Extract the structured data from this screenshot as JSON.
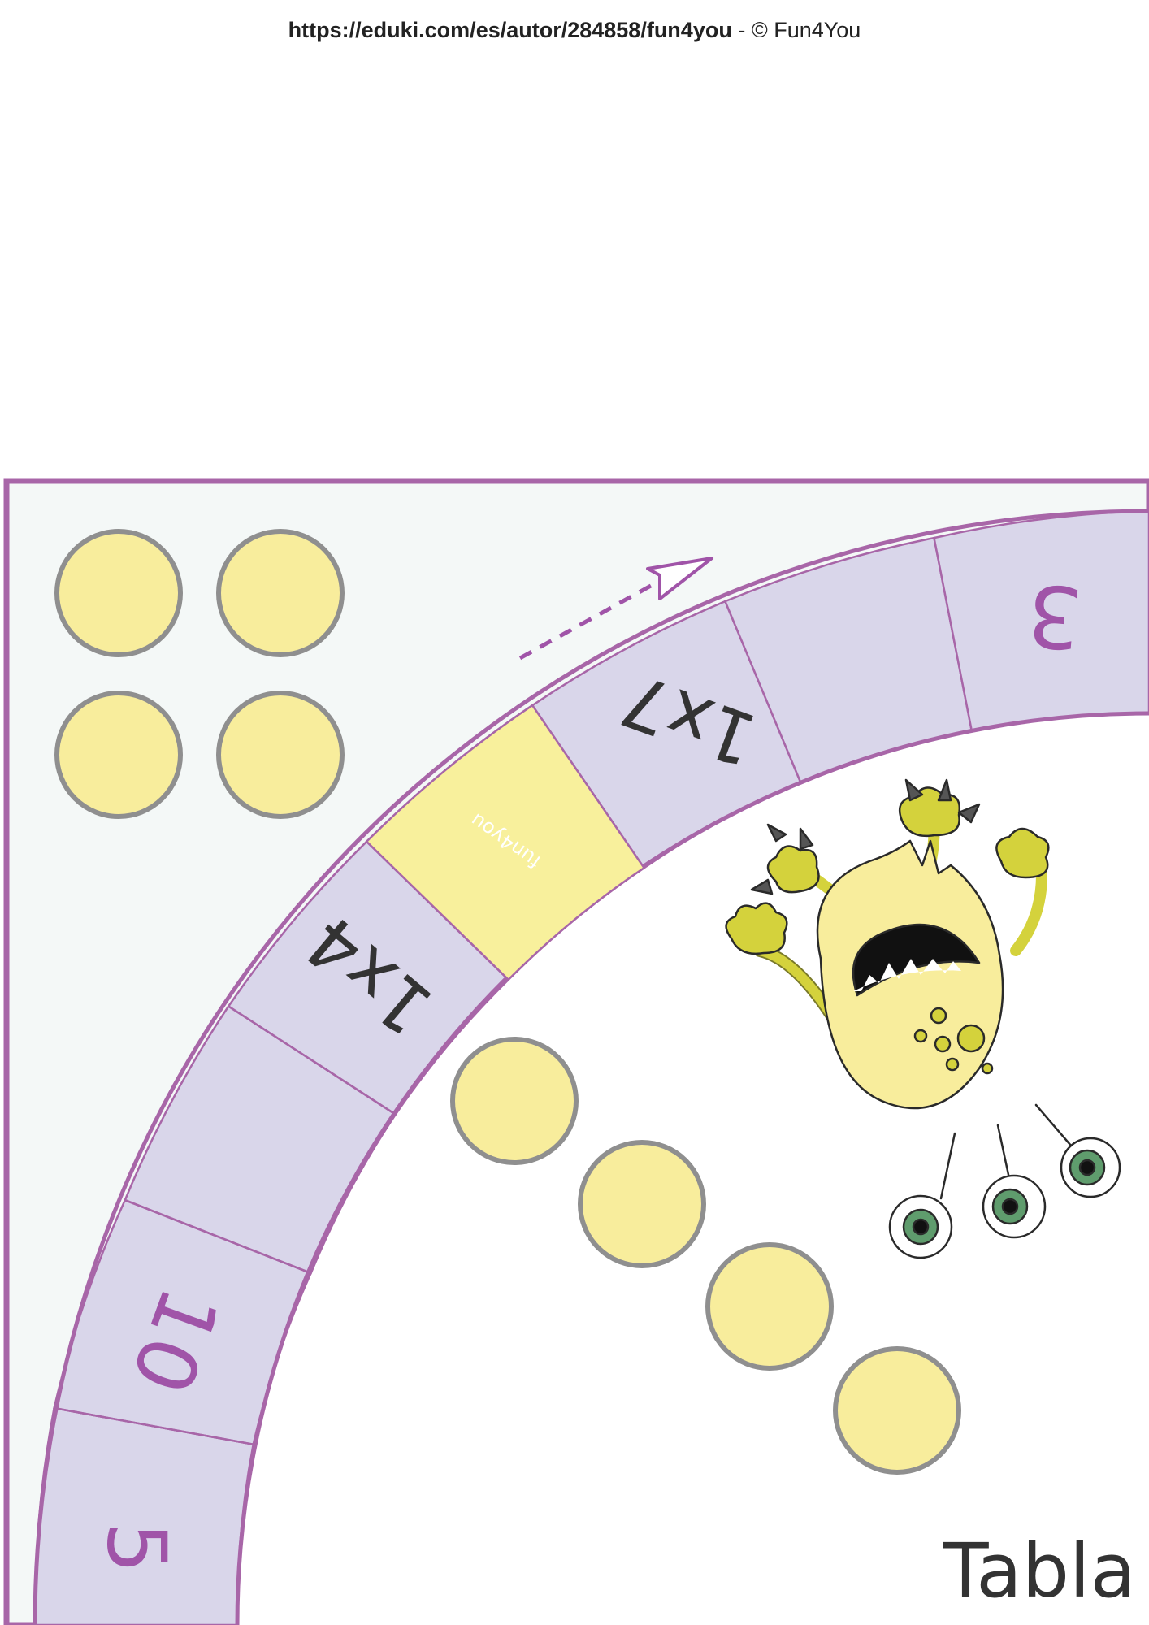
{
  "header": {
    "url": "https://eduki.com/es/autor/284858/fun4you",
    "separator": " -  ",
    "copyright": "© Fun4You"
  },
  "board": {
    "title": "Tabla",
    "logo_text": "fun4you",
    "squares": [
      {
        "label": "5"
      },
      {
        "label": "10"
      },
      {
        "label": ""
      },
      {
        "label": ""
      },
      {
        "label": "1x4"
      },
      {
        "label": ""
      },
      {
        "label": "1x7"
      },
      {
        "label": ""
      },
      {
        "label": "3"
      }
    ],
    "colors": {
      "frame": "#a866a8",
      "track": "#d9d6ea",
      "logo_square": "#f8f09c",
      "token_fill": "#f8ed9c",
      "token_stroke": "#8f8f8f",
      "panel": "#f4f8f7",
      "number_purple": "#a054a8",
      "operation_dark": "#333333"
    }
  },
  "icons": {
    "arrow": "dashed-arrow-icon",
    "monster": "yellow-monster-icon"
  }
}
